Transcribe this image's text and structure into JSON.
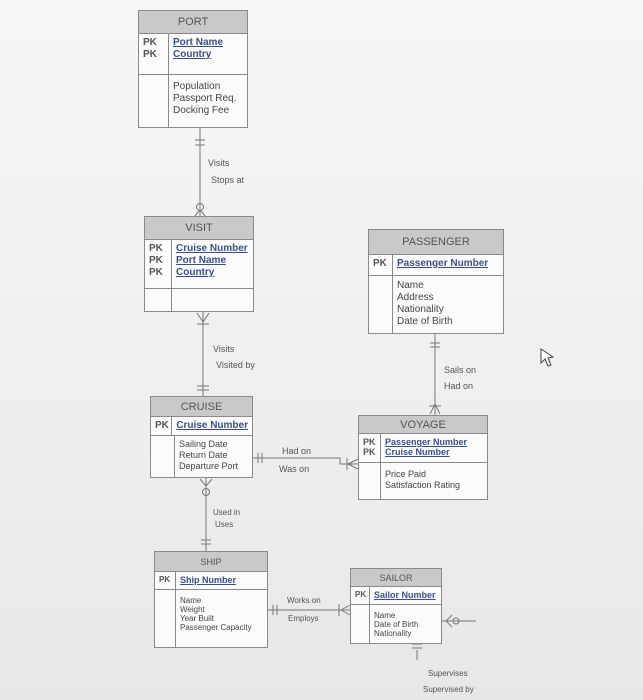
{
  "entities": {
    "port": {
      "title": "PORT",
      "pk": [
        "PK",
        "PK"
      ],
      "keys": [
        "Port Name",
        "Country"
      ],
      "attributes": [
        "Population",
        "Passport Req.",
        "Docking Fee"
      ]
    },
    "visit": {
      "title": "VISIT",
      "pk": [
        "PK",
        "PK",
        "PK"
      ],
      "keys": [
        "Cruise Number",
        "Port Name",
        "Country"
      ],
      "attributes": []
    },
    "passenger": {
      "title": "PASSENGER",
      "pk": [
        "PK"
      ],
      "keys": [
        "Passenger Number"
      ],
      "attributes": [
        "Name",
        "Address",
        "Nationality",
        "Date of Birth"
      ]
    },
    "cruise": {
      "title": "CRUISE",
      "pk": [
        "PK"
      ],
      "keys": [
        "Cruise Number"
      ],
      "attributes": [
        "Sailing Date",
        "Return Date",
        "Departure Port"
      ]
    },
    "voyage": {
      "title": "VOYAGE",
      "pk": [
        "PK",
        "PK"
      ],
      "keys": [
        "Passenger Number",
        "Cruise Number"
      ],
      "attributes": [
        "Price Paid",
        "Satisfaction Rating"
      ]
    },
    "ship": {
      "title": "SHIP",
      "pk": [
        "PK"
      ],
      "keys": [
        "Ship Number"
      ],
      "attributes": [
        "Name",
        "Weight",
        "Year Built",
        "Passenger Capacity"
      ]
    },
    "sailor": {
      "title": "SAILOR",
      "pk": [
        "PK"
      ],
      "keys": [
        "Sailor Number"
      ],
      "attributes": [
        "Name",
        "Date of Birth",
        "Nationality"
      ]
    }
  },
  "relationships": {
    "port_visit": [
      "Visits",
      "Stops at"
    ],
    "visit_cruise": [
      "Visits",
      "Visited by"
    ],
    "passenger_voyage": [
      "Sails on",
      "Had on"
    ],
    "cruise_voyage": [
      "Had on",
      "Was on"
    ],
    "cruise_ship": [
      "Used in",
      "Uses"
    ],
    "ship_sailor": [
      "Works on",
      "Employs"
    ],
    "sailor_self": [
      "Supervises",
      "Supervised by"
    ]
  },
  "icons": {
    "cursor": "mouse-pointer-icon"
  }
}
